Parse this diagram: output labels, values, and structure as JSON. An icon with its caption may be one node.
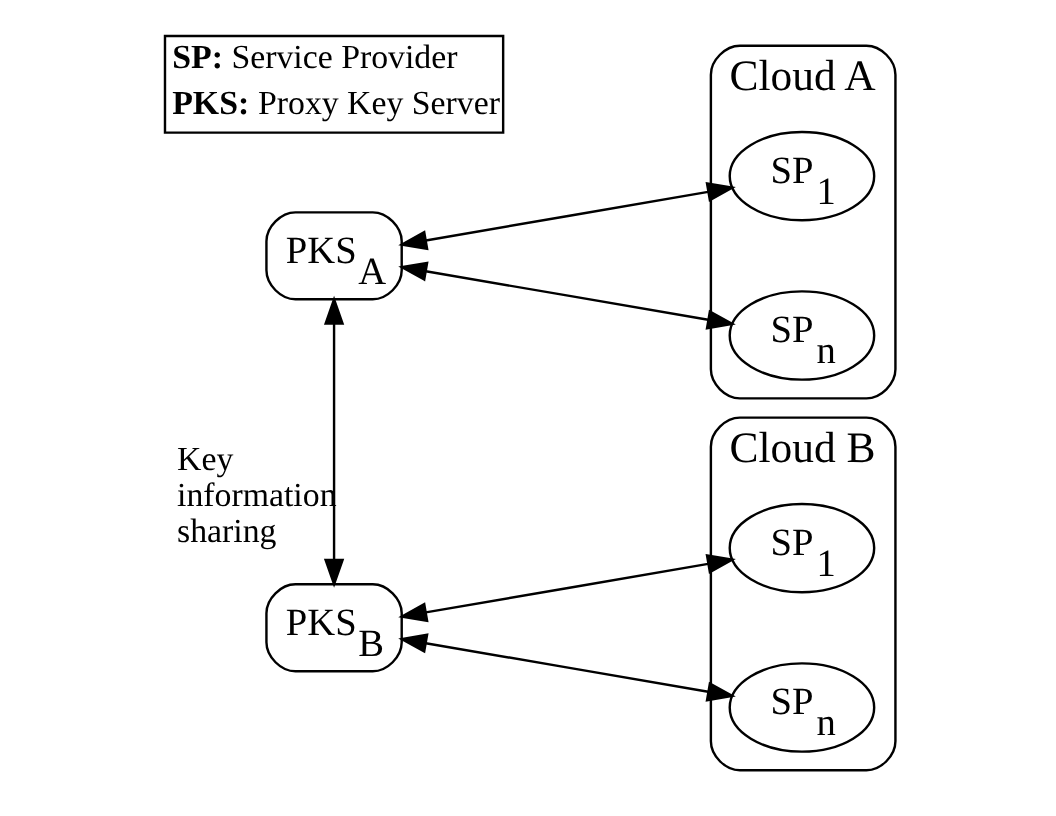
{
  "diagram": {
    "nodes": [
      {
        "text": [
          "Cloud A"
        ]
      },
      {
        "text": [
          "SP$_{1}$"
        ],
        "in": 0
      },
      {
        "text": [
          "SP$_{n}$"
        ],
        "in": 0
      },
      {
        "text": [
          "PKS$_{A}$"
        ]
      },
      {
        "text": [
          "Cloud B"
        ]
      },
      {
        "text": [
          "SP$_{1}$"
        ],
        "in": 4
      },
      {
        "text": [
          "SP$_{n}$"
        ],
        "in": 4
      },
      {
        "text": [
          "PKS$_{B}$"
        ]
      }
    ],
    "edges": [
      {
        "from": 3,
        "to": 1,
        "arrow": "both"
      },
      {
        "from": 3,
        "to": 2,
        "arrow": "both"
      },
      {
        "from": 3,
        "to": 7,
        "arrow": "both",
        "label": "Key information sharing"
      },
      {
        "from": 7,
        "to": 5,
        "arrow": "both"
      },
      {
        "from": 7,
        "to": 6,
        "arrow": "both"
      }
    ],
    "labels": [
      "**SP:** Service Provider",
      "**PKS:** Proxy Key Server"
    ]
  }
}
